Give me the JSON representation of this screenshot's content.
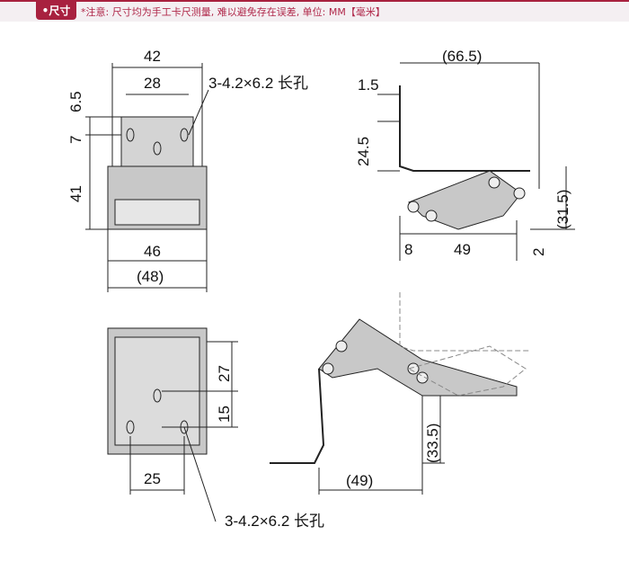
{
  "header": {
    "tab_label": "•尺寸",
    "note": "*注意: 尺寸均为手工卡尺测量, 难以避免存在误差, 单位: MM【毫米】"
  },
  "front_view": {
    "dims": [
      "42",
      "28",
      "6.5",
      "7",
      "41",
      "46",
      "(48)"
    ],
    "hole_note": "3-4.2×6.2 长孔"
  },
  "side_view": {
    "dims": [
      "(66.5)",
      "1.5",
      "24.5",
      "(31.5)",
      "8",
      "49",
      "2"
    ]
  },
  "bottom_view": {
    "dims": [
      "27",
      "15",
      "25"
    ],
    "hole_note": "3-4.2×6.2 长孔"
  },
  "open_view": {
    "dims": [
      "(33.5)",
      "(49)"
    ]
  },
  "colors": {
    "accent": "#a8213f",
    "part_fill": "#c8c8c8"
  }
}
